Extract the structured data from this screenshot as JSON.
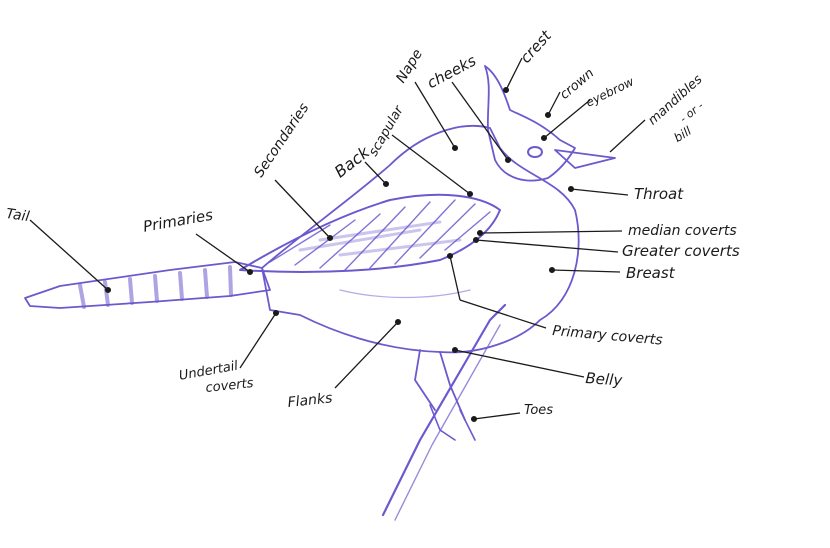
{
  "diagram": {
    "labels": {
      "tail": "Tail",
      "primaries": "Primaries",
      "secondaries": "Secondaries",
      "back": "Back",
      "scapular": "scapular",
      "nape": "Nape",
      "cheeks": "cheeks",
      "crest": "crest",
      "crown": "crown",
      "eyebrow": "eyebrow",
      "mandibles_line1": "mandibles",
      "mandibles_line2": "- or -",
      "mandibles_line3": "bill",
      "throat": "Throat",
      "median_coverts": "median coverts",
      "greater_coverts": "Greater coverts",
      "breast": "Breast",
      "primary_coverts": "Primary coverts",
      "belly": "Belly",
      "toes": "Toes",
      "flanks": "Flanks",
      "undertail_line1": "Undertail",
      "undertail_line2": "coverts"
    },
    "colors": {
      "sketch": "#6a5acd",
      "ink": "#1b1b1b"
    }
  }
}
